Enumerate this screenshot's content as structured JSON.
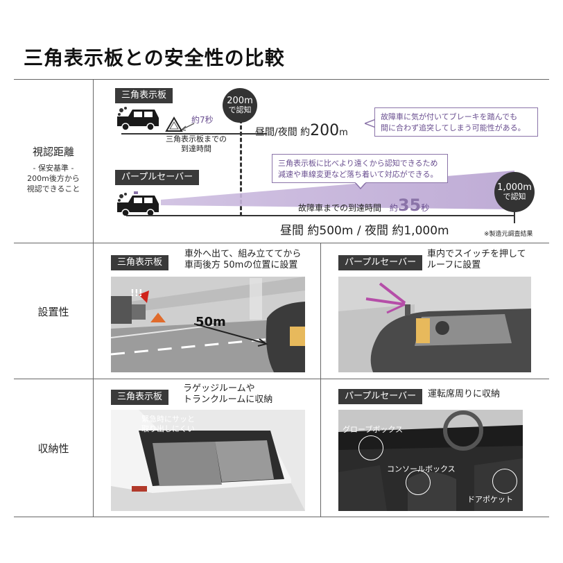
{
  "title": "三角表示板との安全性の比較",
  "rows": {
    "visibility": {
      "label": "視認距離",
      "sub1": "- 保安基準 -",
      "sub2": "200m後方から",
      "sub3": "視認できること"
    },
    "installation": {
      "label": "設置性"
    },
    "storage": {
      "label": "収納性"
    }
  },
  "visibility": {
    "triangle_tag": "三角表示板",
    "purple_tag": "パープルセーバー",
    "circle200_line1": "200m",
    "circle200_line2": "で認知",
    "approx7": "約7秒",
    "triangle_time_line1": "三角表示板までの",
    "triangle_time_line2": "到達時間",
    "daynight200_prefix": "昼間/夜間 約",
    "daynight200_value": "200",
    "daynight200_unit": "m",
    "warn_line1": "故障車に気が付いてブレーキを踏んでも",
    "warn_line2": "間に合わず追突してしまう可能性がある。",
    "purple_note_line1": "三角表示板に比べより遠くから認知できるため",
    "purple_note_line2": "減速や車線変更など落ち着いて対応ができる。",
    "circle1000_line1": "1,000m",
    "circle1000_line2": "で認知",
    "arrival_label": "故障車までの到達時間",
    "arrival_prefix": "約",
    "arrival_value": "35",
    "arrival_unit": "秒",
    "distance_text": "昼間 約500m / 夜間 約1,000m",
    "footnote": "※製造元調査結果"
  },
  "installation": {
    "left_tag": "三角表示板",
    "left_desc_line1": "車外へ出て、組み立ててから",
    "left_desc_line2": "車両後方 50mの位置に設置",
    "distance_label": "50m",
    "alert_mark": "!!!",
    "right_tag": "パープルセーバー",
    "right_desc_line1": "車内でスイッチを押して",
    "right_desc_line2": "ルーフに設置"
  },
  "storage": {
    "left_tag": "三角表示板",
    "left_desc_line1": "ラゲッジルームや",
    "left_desc_line2": "トランクルームに収納",
    "photo_note_line1": "緊急時にサッと",
    "photo_note_line2": "取り出しにくい",
    "right_tag": "パープルセーバー",
    "right_desc": "運転席周りに収納",
    "label_glovebox": "グローブボックス",
    "label_console": "コンソールボックス",
    "label_door": "ドアポケット"
  },
  "colors": {
    "accent_purple": "#8a73a8",
    "dark_tag": "#3a3a3a"
  }
}
